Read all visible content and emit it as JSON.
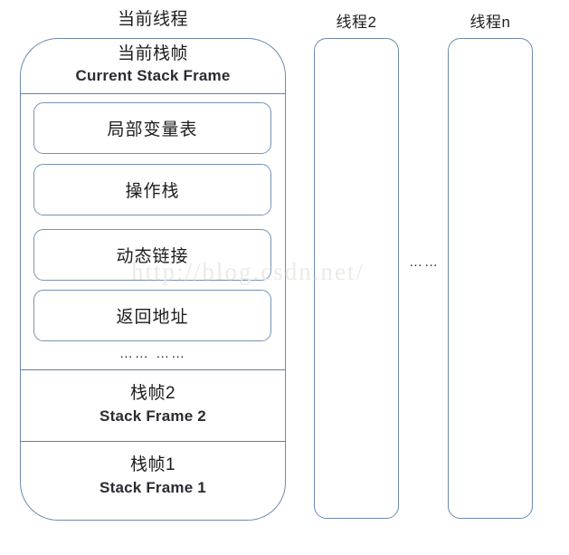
{
  "diagram": {
    "watermark": "http://blog.csdn.net/",
    "columns": {
      "current_thread": {
        "title": "当前线程",
        "header": {
          "title_cn": "当前栈帧",
          "title_en": "Current Stack Frame"
        },
        "parts": [
          {
            "label": "局部变量表"
          },
          {
            "label": "操作栈"
          },
          {
            "label": "动态链接"
          },
          {
            "label": "返回地址"
          }
        ],
        "parts_ellipsis": "…… ……",
        "frames": [
          {
            "title_cn": "栈帧2",
            "title_en": "Stack Frame 2"
          },
          {
            "title_cn": "栈帧1",
            "title_en": "Stack Frame 1"
          }
        ]
      },
      "thread_2": {
        "title": "线程2"
      },
      "thread_n": {
        "title": "线程n"
      }
    },
    "between_threads_ellipsis": "……",
    "colors": {
      "outer_border": "#6d89ae",
      "inner_border": "#7792b5",
      "divider": "#5f81ab",
      "text": "#1d1d1d",
      "watermark": "#eeeae6",
      "background": "#ffffff"
    }
  }
}
